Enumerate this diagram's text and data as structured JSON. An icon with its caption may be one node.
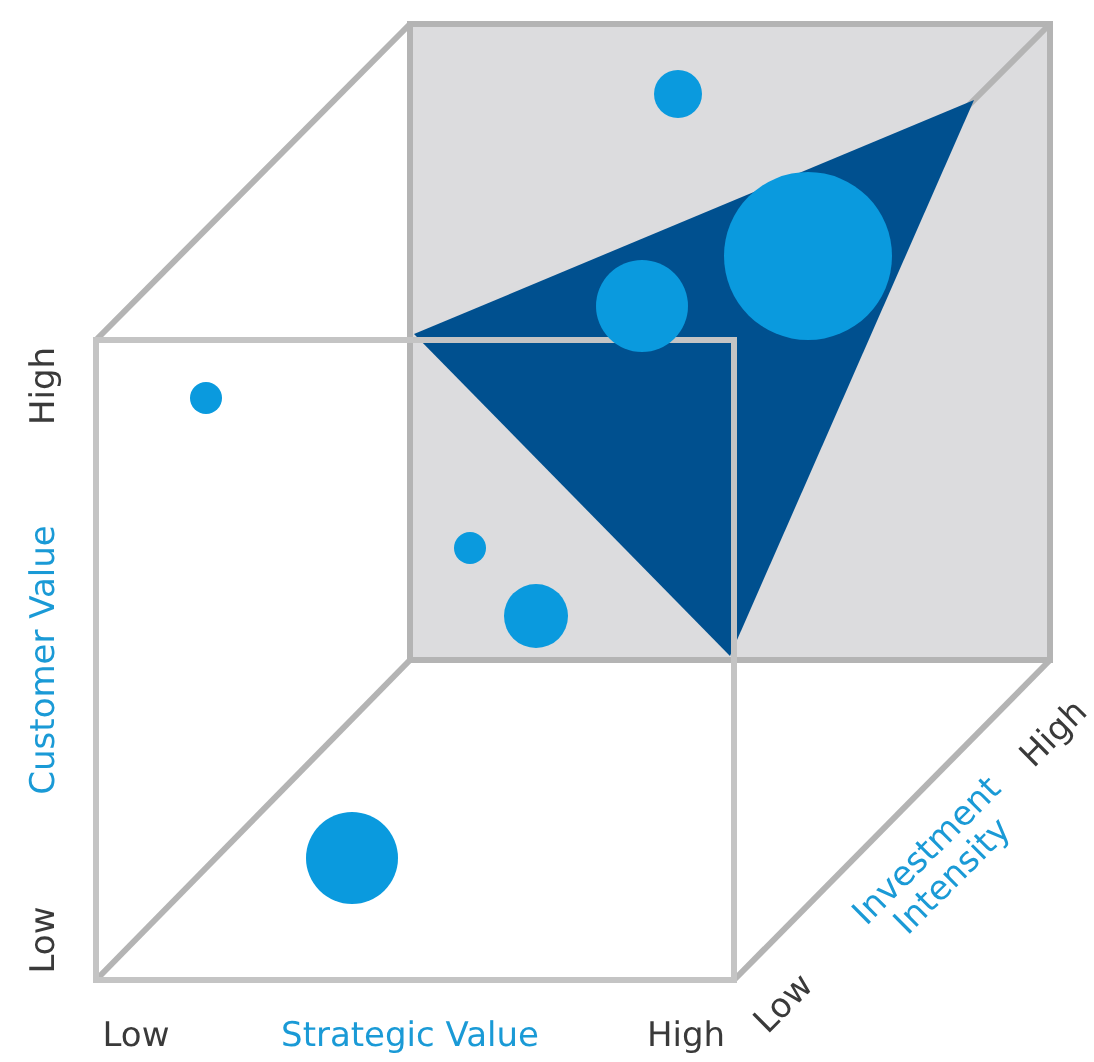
{
  "diagram": {
    "labels": [
      "High",
      "Customer Value",
      "Low",
      "Low",
      "Strategic Value",
      "High",
      "Low",
      "Investment Intensity",
      "High"
    ]
  }
}
